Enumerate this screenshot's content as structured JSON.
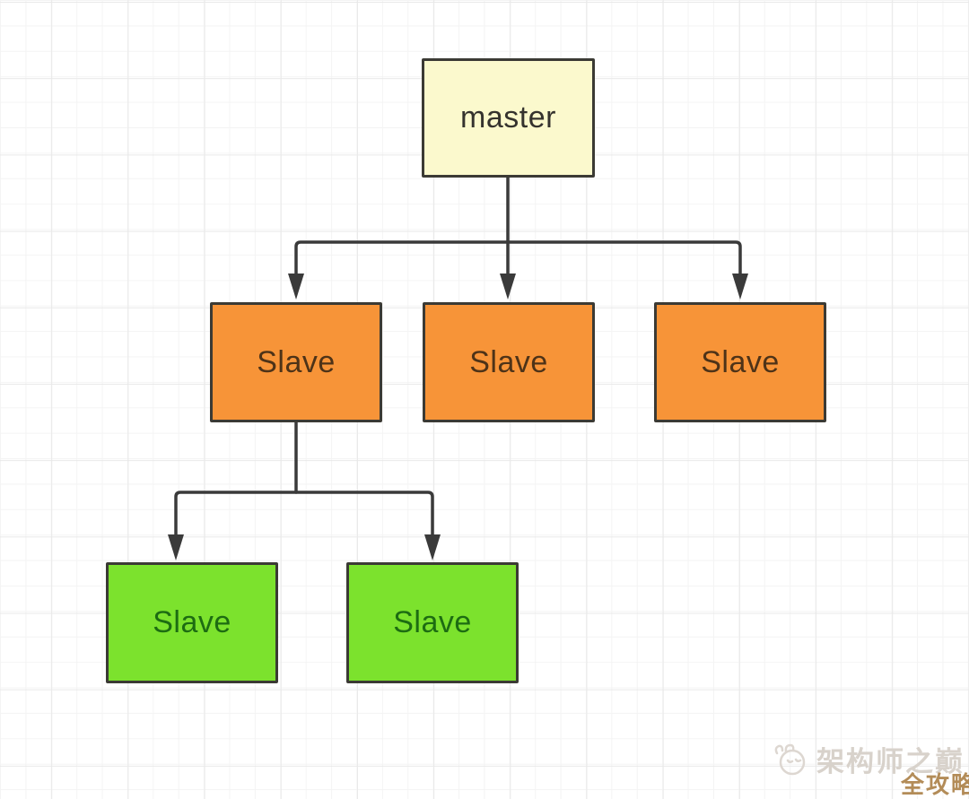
{
  "diagram": {
    "type": "tree",
    "grid_background": true,
    "border_color": "#3b3a34",
    "edge_color": "#3a3a3a",
    "nodes": [
      {
        "id": "master",
        "label": "master",
        "fill": "#fbf9cd",
        "text_color": "#35332e"
      },
      {
        "id": "slave-1",
        "label": "Slave",
        "fill": "#f79438",
        "text_color": "#4e3318"
      },
      {
        "id": "slave-2",
        "label": "Slave",
        "fill": "#f79438",
        "text_color": "#4e3318"
      },
      {
        "id": "slave-3",
        "label": "Slave",
        "fill": "#f79438",
        "text_color": "#4e3318"
      },
      {
        "id": "slave-4",
        "label": "Slave",
        "fill": "#7ce22d",
        "text_color": "#1d6c12"
      },
      {
        "id": "slave-5",
        "label": "Slave",
        "fill": "#7ce22d",
        "text_color": "#1d6c12"
      }
    ],
    "edges": [
      {
        "from": "master",
        "to": "slave-1"
      },
      {
        "from": "master",
        "to": "slave-2"
      },
      {
        "from": "master",
        "to": "slave-3"
      },
      {
        "from": "slave-1",
        "to": "slave-4"
      },
      {
        "from": "slave-1",
        "to": "slave-5"
      }
    ]
  },
  "watermark": {
    "brand": "架构师之巅",
    "badge": "全攻略",
    "brand_color": "#d8d2cb",
    "badge_color": "#b38c58",
    "logo_icon": "bird-mascot-icon"
  }
}
